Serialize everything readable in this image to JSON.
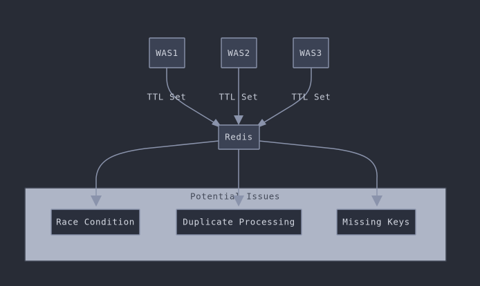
{
  "diagram": {
    "type": "flowchart",
    "background_color": "#282c36",
    "node_fill": "#3b4254",
    "node_stroke": "#8a93ab",
    "issue_fill": "#2a2f3c",
    "cluster_fill": "#aeb5c6",
    "edge_color": "#8a93ab",
    "sources": [
      {
        "id": "was1",
        "label": "WAS1"
      },
      {
        "id": "was2",
        "label": "WAS2"
      },
      {
        "id": "was3",
        "label": "WAS3"
      }
    ],
    "hub": {
      "id": "redis",
      "label": "Redis"
    },
    "edge_labels": [
      {
        "from": "was1",
        "to": "redis",
        "label": "TTL Set"
      },
      {
        "from": "was2",
        "to": "redis",
        "label": "TTL Set"
      },
      {
        "from": "was3",
        "to": "redis",
        "label": "TTL Set"
      }
    ],
    "cluster": {
      "id": "potential-issues",
      "title": "Potential Issues",
      "items": [
        {
          "id": "race-condition",
          "label": "Race Condition"
        },
        {
          "id": "duplicate-processing",
          "label": "Duplicate Processing"
        },
        {
          "id": "missing-keys",
          "label": "Missing Keys"
        }
      ]
    }
  }
}
